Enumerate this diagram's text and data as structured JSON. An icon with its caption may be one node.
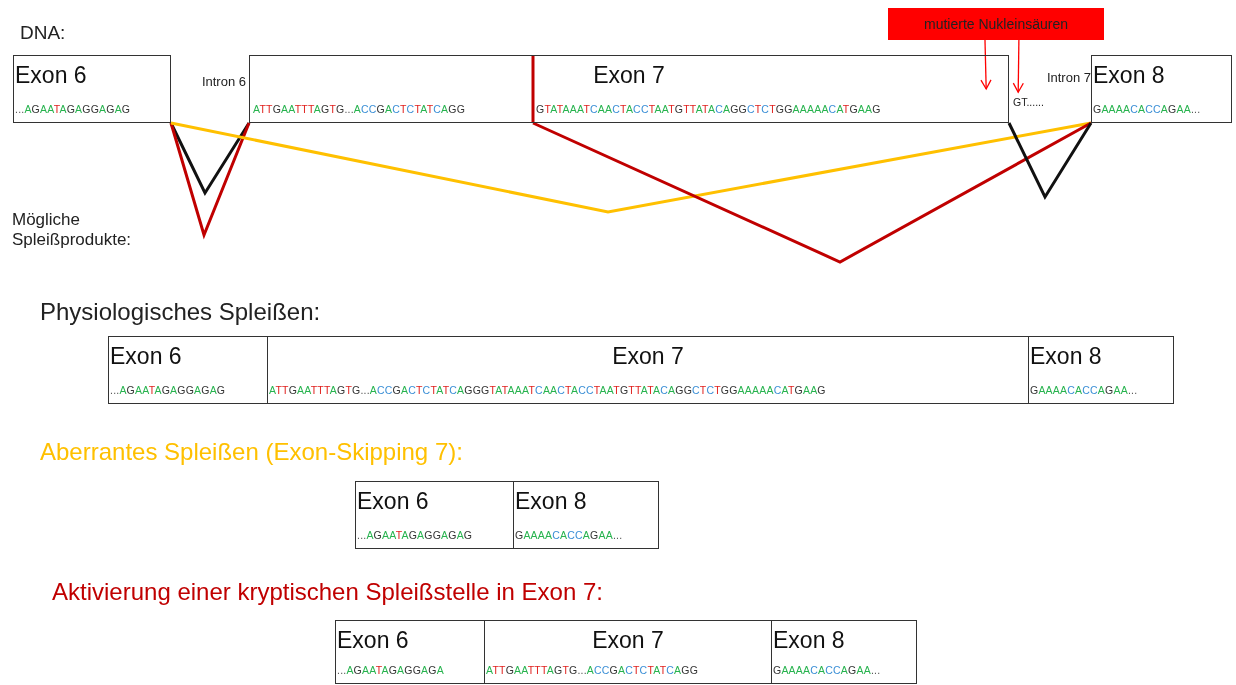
{
  "diagram": {
    "nodes": [
      {
        "text": [
          "mutierte Nukleinsäuren"
        ]
      },
      {
        "text": [
          "Exon 6",
          "...AGAATAGAGGAGAG"
        ]
      },
      {
        "text": [
          "Intron 6"
        ]
      },
      {
        "text": [
          "Exon 7",
          "ATTGAATTTAGTG...ACCGACTCTATCAGG",
          "GTATAAATCAACTACCTAATGTTATACAGGCTCTGGAAAAACATGAAG"
        ]
      },
      {
        "text": [
          "Intron 7",
          "GT......"
        ]
      },
      {
        "text": [
          "Exon 8",
          "GAAAACACCAGAA..."
        ]
      },
      {
        "text": [
          "Exon 6",
          "...AGAATAGAGGAGAG"
        ]
      },
      {
        "text": [
          "Exon 7",
          "ATTGAATTTAGTG...ACCGACTCTATCAGGGTATAAATCAACTACCTAATGTTATACAGGCTCTGGAAAAACATGAAG"
        ]
      },
      {
        "text": [
          "Exon 8",
          "GAAAACACCAGAA..."
        ]
      },
      {
        "text": [
          "Exon 6",
          "...AGAATAGAGGAGAG"
        ]
      },
      {
        "text": [
          "Exon 8",
          "GAAAACACCAGAA..."
        ]
      },
      {
        "text": [
          "Exon 6",
          "...AGAATAGAGGAGA"
        ]
      },
      {
        "text": [
          "Exon 7",
          "ATTGAATTTAGTG...ACCGACTCTATCAGG"
        ]
      },
      {
        "text": [
          "Exon 8",
          "GAAAACACCAGAA..."
        ]
      }
    ],
    "edges": [
      {
        "from": 1,
        "to": 3,
        "arrow": "none"
      },
      {
        "from": 1,
        "to": 3,
        "arrow": "none",
        "color": "#c00000"
      },
      {
        "from": 1,
        "to": 5,
        "arrow": "none",
        "color": "#ffc000"
      },
      {
        "from": 3,
        "to": 5,
        "arrow": "none",
        "color": "#c00000"
      },
      {
        "from": 3,
        "to": 5,
        "arrow": "none"
      },
      {
        "from": 0,
        "to": 3,
        "arrow": "to",
        "color": "#ff0000"
      },
      {
        "from": 0,
        "to": 4,
        "arrow": "to",
        "color": "#ff0000"
      }
    ],
    "labels": [
      "DNA:",
      "Mögliche Spleißprodukte:",
      "Physiologisches Spleißen:",
      "Aberrantes Spleißen (Exon-Skipping 7):",
      "Aktivierung einer kryptischen Spleißstelle in Exon 7:"
    ]
  }
}
